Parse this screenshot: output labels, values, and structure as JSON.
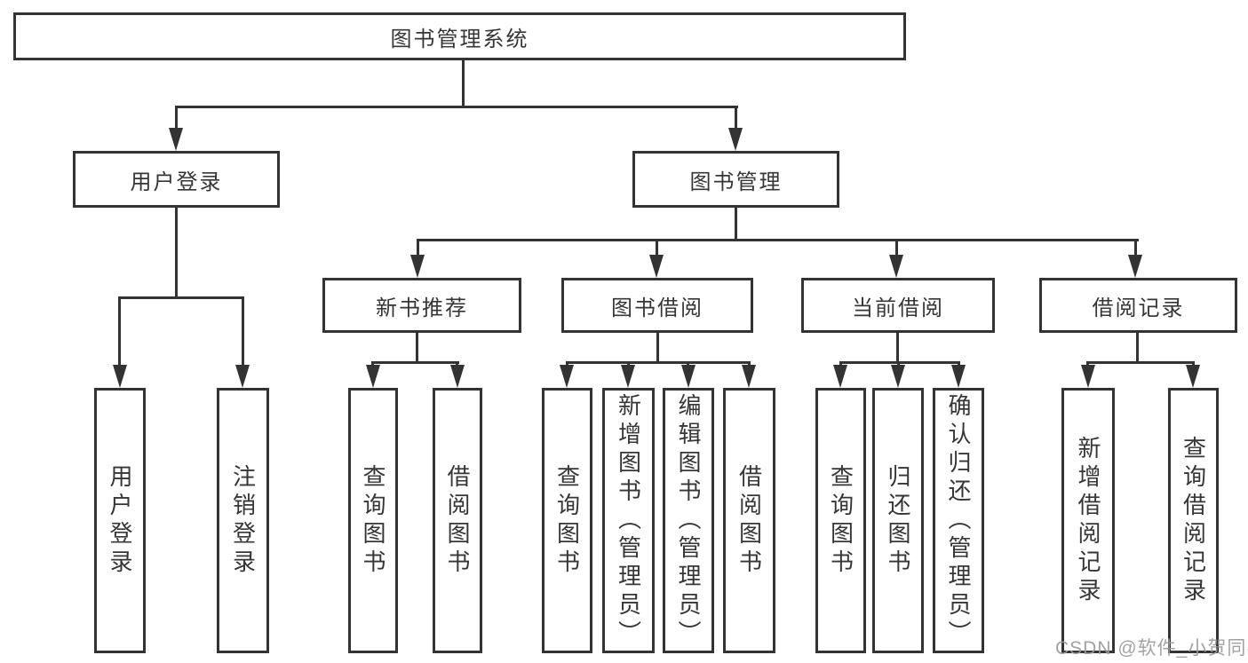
{
  "watermark": {
    "text": "CSDN @软件_小贺同学"
  },
  "colors": {
    "line": "#333333",
    "text": "#363636",
    "background": "#ffffff",
    "watermark": "#9a9a9a"
  },
  "tree": {
    "label": "图书管理系统",
    "children": [
      {
        "label": "用户登录",
        "children": [
          {
            "label": "用户登录"
          },
          {
            "label": "注销登录"
          }
        ]
      },
      {
        "label": "图书管理",
        "children": [
          {
            "label": "新书推荐",
            "children": [
              {
                "label": "查询图书"
              },
              {
                "label": "借阅图书"
              }
            ]
          },
          {
            "label": "图书借阅",
            "children": [
              {
                "label": "查询图书"
              },
              {
                "label": "新增图书（管理员）"
              },
              {
                "label": "编辑图书（管理员）"
              },
              {
                "label": "借阅图书"
              }
            ]
          },
          {
            "label": "当前借阅",
            "children": [
              {
                "label": "查询图书"
              },
              {
                "label": "归还图书"
              },
              {
                "label": "确认归还（管理员）"
              }
            ]
          },
          {
            "label": "借阅记录",
            "children": [
              {
                "label": "新增借阅记录"
              },
              {
                "label": "查询借阅记录"
              }
            ]
          }
        ]
      }
    ]
  }
}
